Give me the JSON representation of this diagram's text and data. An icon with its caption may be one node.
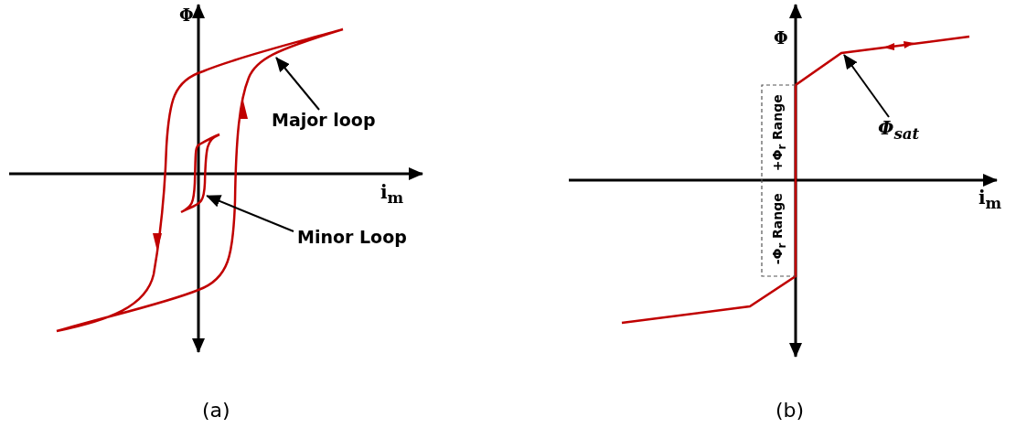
{
  "diagram": {
    "nodes": [
      {
        "text": [
          "Major loop"
        ]
      },
      {
        "text": [
          "Minor Loop"
        ]
      },
      {
        "text": [
          "Φ$_{sat}$"
        ]
      },
      {
        "text": [],
        "shape": "curve"
      }
    ],
    "edges": [
      {
        "from": 0,
        "to": null,
        "arrow": "to"
      },
      {
        "from": 1,
        "to": 3,
        "arrow": "to"
      },
      {
        "from": 2,
        "to": null,
        "arrow": "to"
      }
    ],
    "labels": [
      "Φ",
      "i$_{m}$",
      "(a)",
      "Φ",
      "i$_{m}$",
      "+Φ$_{r}$ Range",
      "-Φ$_{r}$ Range",
      "(b)"
    ]
  }
}
